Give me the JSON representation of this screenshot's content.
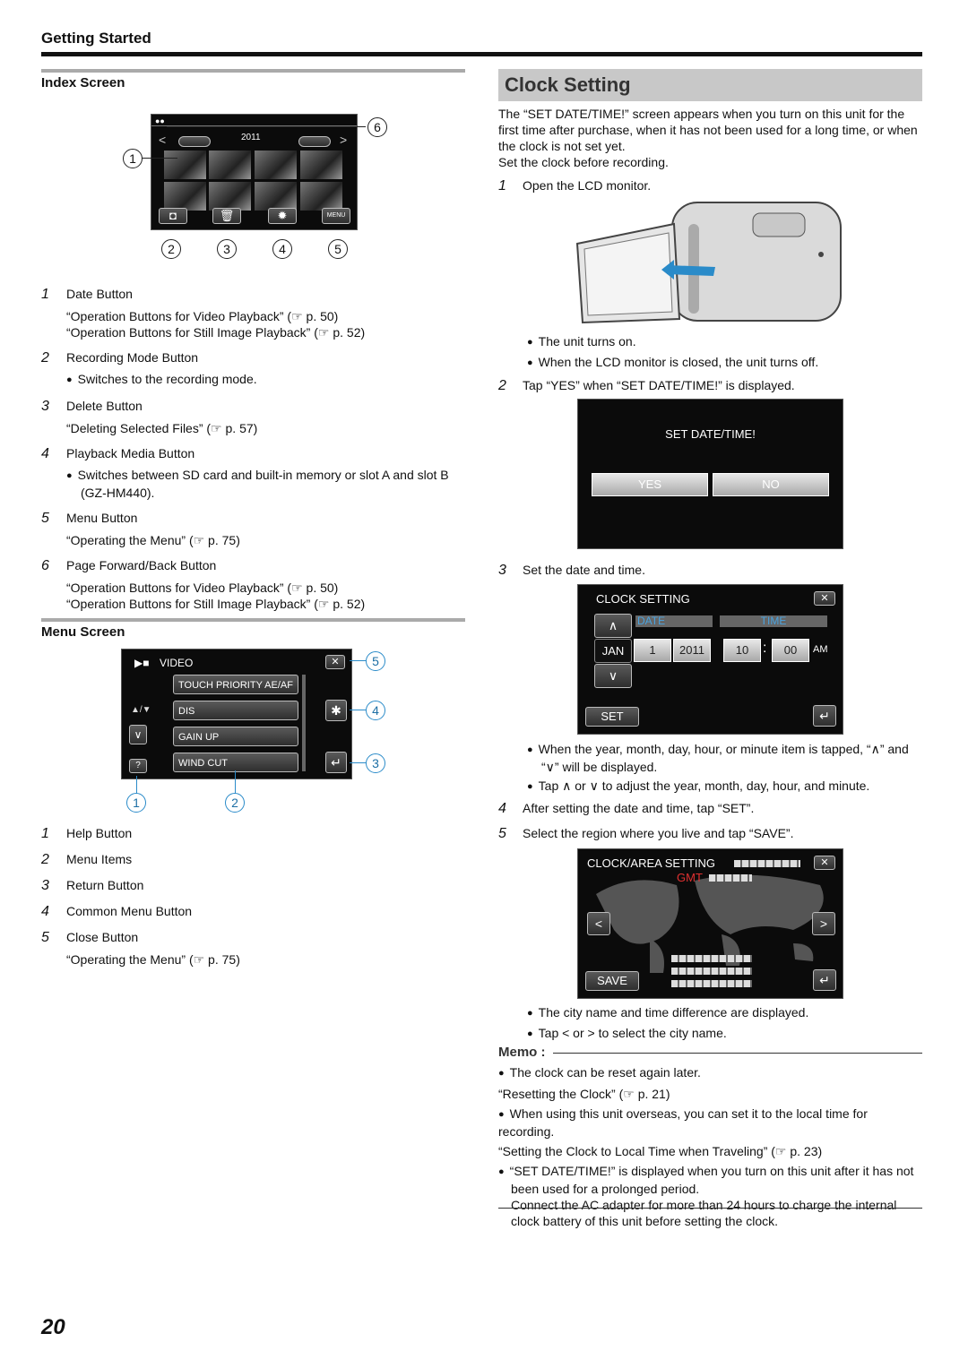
{
  "header": {
    "section": "Getting Started"
  },
  "index_screen": {
    "title": "Index Screen",
    "screen_year": "2011",
    "menu_label": "MENU",
    "callouts": [
      "1",
      "2",
      "3",
      "4",
      "5",
      "6"
    ],
    "items": [
      {
        "num": "1",
        "label": "Date Button",
        "lines": [
          "“Operation Buttons for Video Playback” (☞ p. 50)",
          "“Operation Buttons for Still Image Playback” (☞ p. 52)"
        ]
      },
      {
        "num": "2",
        "label": "Recording Mode Button",
        "bullets": [
          "Switches to the recording mode."
        ]
      },
      {
        "num": "3",
        "label": "Delete Button",
        "lines": [
          "“Deleting Selected Files” (☞ p. 57)"
        ]
      },
      {
        "num": "4",
        "label": "Playback Media Button",
        "bullets": [
          "Switches between SD card and built-in memory or slot A and slot B (GZ-HM440)."
        ]
      },
      {
        "num": "5",
        "label": "Menu Button",
        "lines": [
          "“Operating the Menu” (☞ p. 75)"
        ]
      },
      {
        "num": "6",
        "label": "Page Forward/Back Button",
        "lines": [
          "“Operation Buttons for Video Playback” (☞ p. 50)",
          "“Operation Buttons for Still Image Playback” (☞ p. 52)"
        ]
      }
    ]
  },
  "menu_screen": {
    "title": "Menu Screen",
    "screen_title": "VIDEO",
    "menu_items": [
      "TOUCH PRIORITY AE/AF",
      "DIS",
      "GAIN UP",
      "WIND CUT"
    ],
    "help_label": "?",
    "callouts": [
      "1",
      "2",
      "3",
      "4",
      "5"
    ],
    "items": [
      {
        "num": "1",
        "label": "Help Button"
      },
      {
        "num": "2",
        "label": "Menu Items"
      },
      {
        "num": "3",
        "label": "Return Button"
      },
      {
        "num": "4",
        "label": "Common Menu Button"
      },
      {
        "num": "5",
        "label": "Close Button",
        "lines": [
          "“Operating the Menu” (☞ p. 75)"
        ]
      }
    ]
  },
  "clock_setting": {
    "title": "Clock Setting",
    "intro": [
      "The “SET DATE/TIME!” screen appears when you turn on this unit for the first time after purchase, when it has not been used for a long time, or when the clock is not set yet.",
      "Set the clock before recording."
    ],
    "step1": {
      "num": "1",
      "text": "Open the LCD monitor.",
      "bullets": [
        "The unit turns on.",
        "When the LCD monitor is closed, the unit turns off."
      ]
    },
    "step2": {
      "num": "2",
      "text": "Tap “YES” when “SET DATE/TIME!” is displayed."
    },
    "set_datetime_screen": {
      "title": "SET DATE/TIME!",
      "yes": "YES",
      "no": "NO"
    },
    "step3": {
      "num": "3",
      "text": "Set the date and time.",
      "bullets": [
        "When the year, month, day, hour, or minute item is tapped, “∧” and “∨” will be displayed.",
        "Tap ∧ or ∨ to adjust the year, month, day, hour, and minute."
      ]
    },
    "clock_screen": {
      "title": "CLOCK SETTING",
      "date_label": "DATE",
      "time_label": "TIME",
      "month": "JAN",
      "day": "1",
      "year": "2011",
      "hour": "10",
      "colon": ":",
      "minute": "00",
      "ampm": "AM",
      "set": "SET"
    },
    "step4": {
      "num": "4",
      "text": "After setting the date and time, tap “SET”."
    },
    "step5": {
      "num": "5",
      "text": "Select the region where you live and tap “SAVE”.",
      "bullets": [
        "The city name and time difference are displayed.",
        "Tap < or > to select the city name."
      ]
    },
    "area_screen": {
      "title": "CLOCK/AREA SETTING",
      "gmt": "GMT",
      "save": "SAVE"
    }
  },
  "memo": {
    "title": "Memo :",
    "b1": "The clock can be reset again later.",
    "l1": "“Resetting the Clock” (☞ p. 21)",
    "b2": "When using this unit overseas, you can set it to the local time for recording.",
    "l2": "“Setting the Clock to Local Time when Traveling” (☞ p. 23)",
    "b3": "“SET DATE/TIME!” is displayed when you turn on this unit after it has not been used for a prolonged period.",
    "b3b": "Connect the AC adapter for more than 24 hours to charge the internal clock battery of this unit before setting the clock."
  },
  "page_number": "20"
}
